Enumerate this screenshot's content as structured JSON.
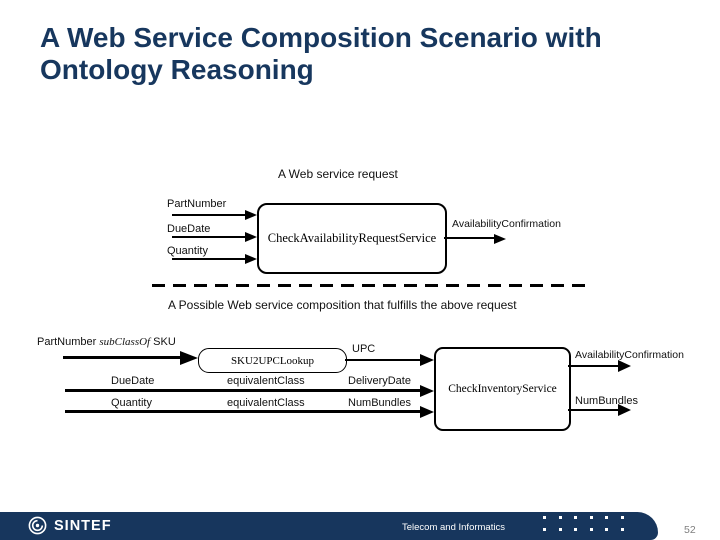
{
  "title": "A Web Service Composition Scenario with Ontology Reasoning",
  "request_diagram": {
    "caption": "A Web service request",
    "inputs": [
      "PartNumber",
      "DueDate",
      "Quantity"
    ],
    "service": "CheckAvailabilityRequestService",
    "output": "AvailabilityConfirmation"
  },
  "divider_caption": "A Possible Web service composition that fulfills the above request",
  "composition_diagram": {
    "row1": {
      "part": "PartNumber",
      "relation": "subClassOf",
      "target": "SKU"
    },
    "lookup_service": "SKU2UPCLookup",
    "upc_label": "UPC",
    "rows": [
      {
        "left": "DueDate",
        "relation": "equivalentClass",
        "right": "DeliveryDate"
      },
      {
        "left": "Quantity",
        "relation": "equivalentClass",
        "right": "NumBundles"
      }
    ],
    "inventory_service": "CheckInventoryService",
    "outputs": [
      "AvailabilityConfirmation",
      "NumBundles"
    ]
  },
  "footer": {
    "logo_text": "SINTEF",
    "department": "Telecom and Informatics",
    "page_number": "52"
  },
  "colors": {
    "title": "#17375e",
    "footer_bar": "#17365d",
    "diagram_ink": "#000000",
    "page_number": "#7f7f7f"
  }
}
